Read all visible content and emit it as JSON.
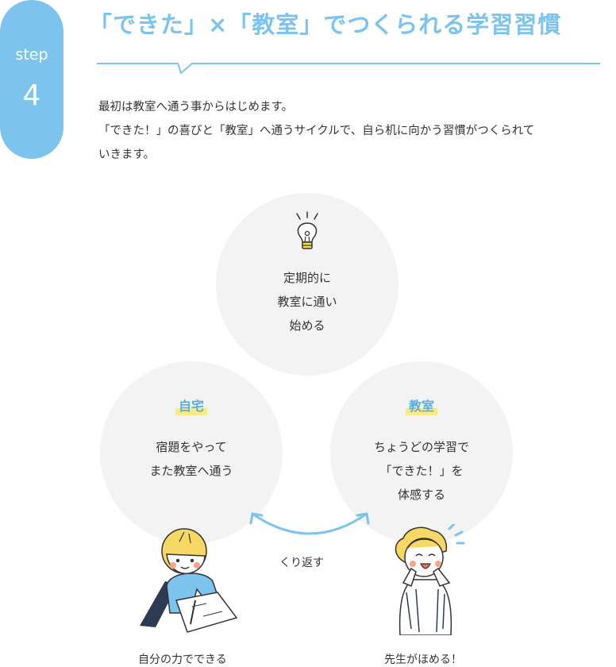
{
  "step": {
    "label": "step",
    "number": "4"
  },
  "heading": "「できた」×「教室」でつくられる学習習慣",
  "intro": [
    "最初は教室へ通う事からはじめます。",
    "「できた！」の喜びと「教室」へ通うサイクルで、自ら机に向かう習慣がつくられて",
    "いきます。"
  ],
  "cycle": {
    "top": {
      "icon": "lightbulb-icon",
      "lines": [
        "定期的に",
        "教室に通い",
        "始める"
      ]
    },
    "left": {
      "tag": "自宅",
      "lines": [
        "宿題をやって",
        "また教室へ通う"
      ]
    },
    "right": {
      "tag": "教室",
      "lines": [
        "ちょうどの学習で",
        "「できた！」を",
        "体感する"
      ]
    },
    "repeat_label": "くり返す"
  },
  "captions": {
    "left": "自分の力でできる",
    "right": "先生がほめる！"
  },
  "colors": {
    "accent": "#7cc4ee",
    "tag_text": "#5aaee0",
    "highlight": "#fbe983",
    "circle": "#f3f3f3",
    "hair": "#f6d965"
  }
}
